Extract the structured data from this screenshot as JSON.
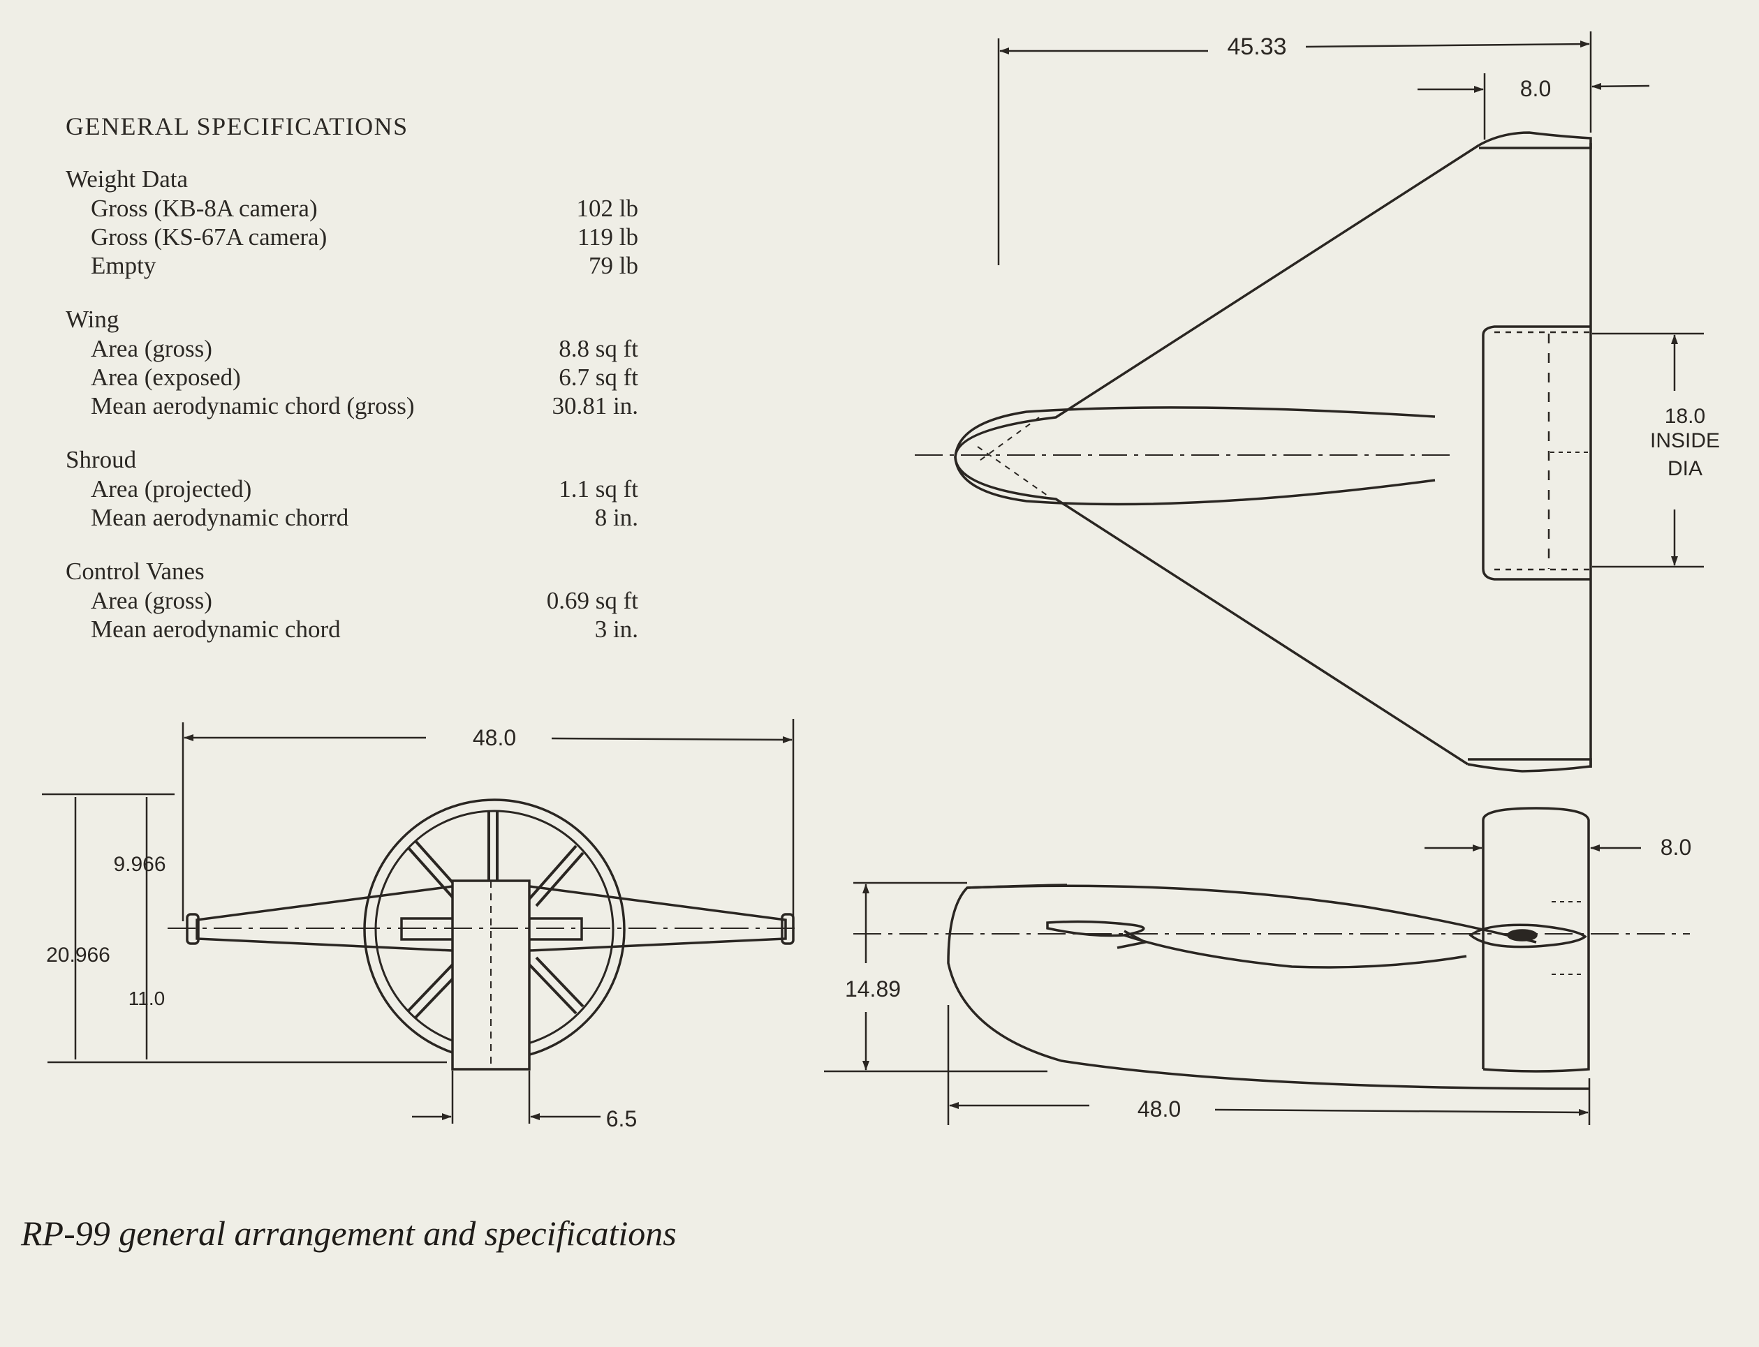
{
  "specs": {
    "heading": "GENERAL SPECIFICATIONS",
    "groups": [
      {
        "title": "Weight Data",
        "rows": [
          {
            "label": "Gross (KB-8A camera)",
            "value": "102 lb"
          },
          {
            "label": "Gross (KS-67A camera)",
            "value": "119 lb"
          },
          {
            "label": "Empty",
            "value": "79 lb"
          }
        ]
      },
      {
        "title": "Wing",
        "rows": [
          {
            "label": "Area (gross)",
            "value": "8.8 sq ft"
          },
          {
            "label": "Area (exposed)",
            "value": "6.7 sq ft"
          },
          {
            "label": "Mean aerodynamic chord (gross)",
            "value": "30.81 in."
          }
        ]
      },
      {
        "title": "Shroud",
        "rows": [
          {
            "label": "Area (projected)",
            "value": "1.1 sq ft"
          },
          {
            "label": "Mean aerodynamic chorrd",
            "value": "8 in."
          }
        ]
      },
      {
        "title": "Control Vanes",
        "rows": [
          {
            "label": "Area (gross)",
            "value": "0.69 sq ft"
          },
          {
            "label": "Mean aerodynamic chord",
            "value": "3 in."
          }
        ]
      }
    ]
  },
  "dimensions": {
    "top_span": "45.33",
    "top_shroud_chord": "8.0",
    "shroud_dia_1": "18.0",
    "shroud_dia_2": "INSIDE",
    "shroud_dia_3": "DIA",
    "front_span": "48.0",
    "front_upper": "9.966",
    "front_total": "20.966",
    "front_lower": "11.0",
    "front_body_width": "6.5",
    "side_shroud_chord": "8.0",
    "side_height": "14.89",
    "side_length": "48.0"
  },
  "caption": "RP-99 general arrangement and specifications",
  "colors": {
    "ink": "#2a2622",
    "paper": "#efeee6"
  }
}
